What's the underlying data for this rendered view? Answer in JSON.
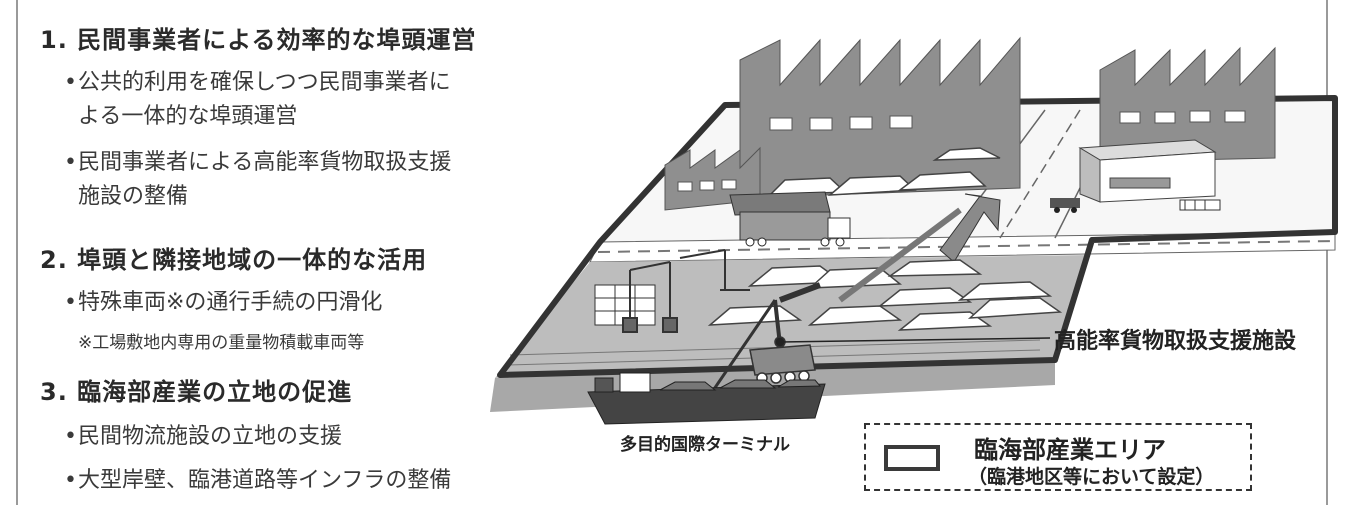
{
  "sections": [
    {
      "title": "1. 民間事業者による効率的な埠頭運営",
      "bullets": [
        [
          "公共的利用を確保しつつ民間事業者に",
          "よる一体的な埠頭運営"
        ],
        [
          "民間事業者による高能率貨物取扱支援",
          "施設の整備"
        ]
      ]
    },
    {
      "title": "2. 埠頭と隣接地域の一体的な活用",
      "bullets": [
        [
          "特殊車両※の通行手続の円滑化"
        ]
      ],
      "note": "※工場敷地内専用の重量物積載車両等"
    },
    {
      "title": "3. 臨海部産業の立地の促進",
      "bullets": [
        [
          "民間物流施設の立地の支援"
        ],
        [
          "大型岸壁、臨港道路等インフラの整備"
        ]
      ]
    }
  ],
  "bullet_mark": "•",
  "diagram": {
    "facility_label": "高能率貨物取扱支援施設",
    "terminal_label": "多目的国際ターミナル",
    "legend": {
      "title": "臨海部産業エリア",
      "subtitle": "（臨港地区等において設定）"
    }
  },
  "colors": {
    "building": "#8f8f8f",
    "building_dark": "#6e6e6e",
    "wharf": "#bdbdbd",
    "outline": "#333333"
  }
}
